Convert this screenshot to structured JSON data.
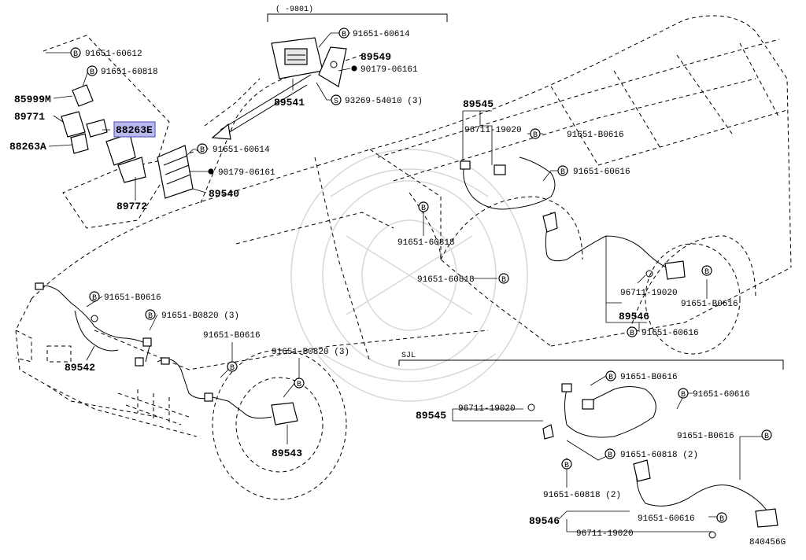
{
  "diagram_id": "840456G",
  "callouts": {
    "range_label": "(   -9801)",
    "sjl_label": "SJL",
    "c1": "91651-60614",
    "c2": "89549",
    "c3": "90179-06161",
    "c4": "93269-54010 (3)",
    "c5": "89541",
    "c6": "91651-60612",
    "c7": "91651-60818",
    "c8": "85999M",
    "c9": "89771",
    "c10": "88263E",
    "c11": "88263A",
    "c12": "91651-60614",
    "c13": "90179-06161",
    "c14": "89540",
    "c15": "89772",
    "c16": "89545",
    "c17": "96711-19020",
    "c18": "91651-B0616",
    "c19": "91651-60616",
    "c20": "91651-60818",
    "c21": "91651-60818",
    "c22": "96711-19020",
    "c23": "91651-B0616",
    "c24": "89546",
    "c25": "91651-60616",
    "c26": "91651-B0616",
    "c27": "91651-B0820 (3)",
    "c28": "91651-B0616",
    "c29": "91651-B0820 (3)",
    "c30": "89542",
    "c31": "89543",
    "c32": "91651-B0616",
    "c33": "91651-60616",
    "c34": "89545",
    "c35": "96711-19020",
    "c36": "91651-B0616",
    "c37": "91651-60818 (2)",
    "c38": "91651-60818 (2)",
    "c39": "89546",
    "c40": "91651-60616",
    "c41": "96711-19020"
  },
  "bolt_symbol": "B",
  "screw_symbol": "S",
  "highlight_color": "#b9b9f0"
}
